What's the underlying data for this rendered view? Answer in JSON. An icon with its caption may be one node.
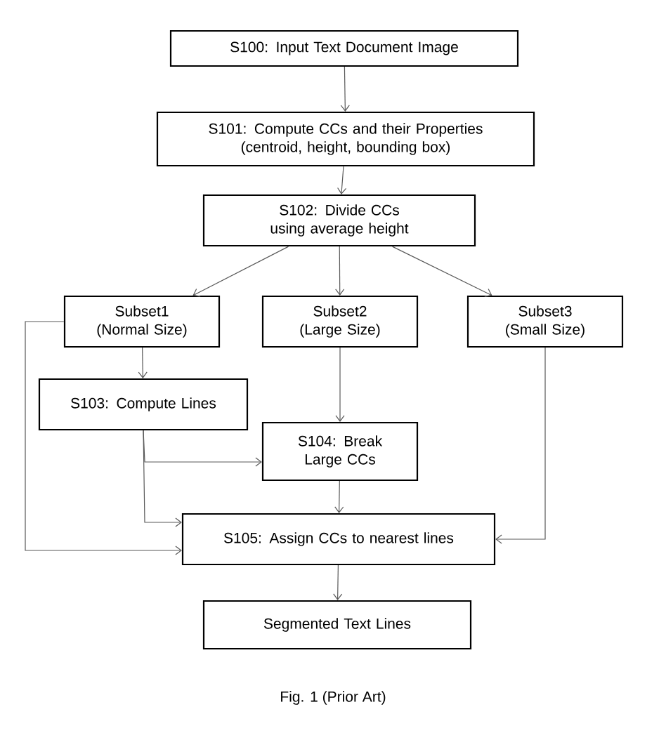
{
  "diagram": {
    "caption": "Fig. 1 (Prior Art)",
    "nodes": [
      {
        "text": [
          "S100: Input Text Document Image"
        ]
      },
      {
        "text": [
          "S101: Compute CCs and their Properties",
          "(centroid, height, bounding box)"
        ]
      },
      {
        "text": [
          "S102: Divide CCs using average height"
        ]
      },
      {
        "text": [
          "Subset1",
          "(Normal Size)"
        ]
      },
      {
        "text": [
          "Subset2",
          "(Large Size)"
        ]
      },
      {
        "text": [
          "Subset3",
          "(Small Size)"
        ]
      },
      {
        "text": [
          "S103: Compute Lines"
        ]
      },
      {
        "text": [
          "S104: Break Large CCs"
        ]
      },
      {
        "text": [
          "S105: Assign CCs to nearest lines"
        ]
      },
      {
        "text": [
          "Segmented Text Lines"
        ]
      }
    ],
    "edges": [
      {
        "from": 0,
        "to": 1,
        "arrow": "to"
      },
      {
        "from": 1,
        "to": 2,
        "arrow": "to"
      },
      {
        "from": 2,
        "to": 3,
        "arrow": "to"
      },
      {
        "from": 2,
        "to": 4,
        "arrow": "to"
      },
      {
        "from": 2,
        "to": 5,
        "arrow": "to"
      },
      {
        "from": 3,
        "to": 6,
        "arrow": "to"
      },
      {
        "from": 4,
        "to": 7,
        "arrow": "to"
      },
      {
        "from": 6,
        "to": 7,
        "arrow": "to"
      },
      {
        "from": 6,
        "to": 8,
        "arrow": "to"
      },
      {
        "from": 3,
        "to": 8,
        "arrow": "to"
      },
      {
        "from": 7,
        "to": 8,
        "arrow": "to"
      },
      {
        "from": 5,
        "to": 8,
        "arrow": "to"
      },
      {
        "from": 8,
        "to": 9,
        "arrow": "to"
      }
    ]
  }
}
